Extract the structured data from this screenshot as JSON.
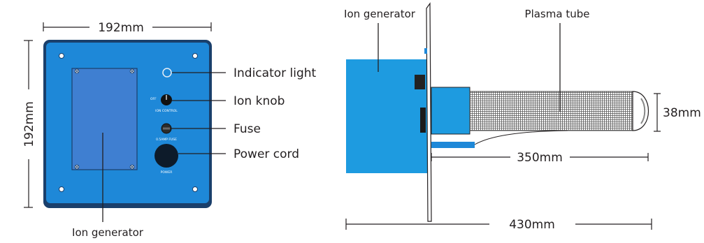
{
  "front_view": {
    "width_dim": "192mm",
    "height_dim": "192mm",
    "label_indicator": "Indicator light",
    "label_knob": "Ion knob",
    "label_fuse": "Fuse",
    "label_power": "Power cord",
    "label_generator": "Ion generator",
    "panel_text_ion_control": "ION CONTROL",
    "panel_text_fuse": "0.5AMP FUSE",
    "panel_text_power": "POWER",
    "panel_text_off": "OFF",
    "colors": {
      "panel": "#1e88d8",
      "panel_border": "#1a3f6b",
      "module": "#3f7fd1",
      "outline": "#231f20"
    }
  },
  "side_view": {
    "label_generator": "Ion generator",
    "label_tube": "Plasma tube",
    "tube_length_dim": "350mm",
    "total_length_dim": "430mm",
    "tube_diameter_dim": "38mm",
    "colors": {
      "body": "#1e9be0",
      "tube_mesh": "#555555"
    }
  }
}
